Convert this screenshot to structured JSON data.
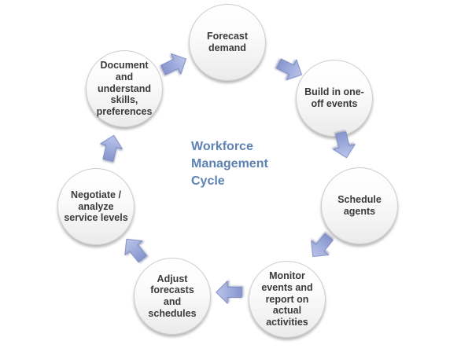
{
  "diagram": {
    "title": "Workforce\nManagement\nCycle",
    "title_color": "#5e82b4",
    "arrow_color": "#9aa8d8",
    "node_border_color": "#cccccc",
    "node_text_color": "#3a3a3a",
    "direction": "clockwise",
    "steps": [
      {
        "id": "forecast-demand",
        "label": "Forecast\ndemand"
      },
      {
        "id": "build-one-off",
        "label": "Build in one-\noff events"
      },
      {
        "id": "schedule-agents",
        "label": "Schedule\nagents"
      },
      {
        "id": "monitor-events",
        "label": "Monitor\nevents and\nreport on\nactual\nactivities"
      },
      {
        "id": "adjust-forecasts",
        "label": "Adjust\nforecasts\nand\nschedules"
      },
      {
        "id": "negotiate-analyze",
        "label": "Negotiate /\nanalyze\nservice levels"
      },
      {
        "id": "document-skills",
        "label": "Document\nand\nunderstand\nskills,\npreferences"
      }
    ]
  }
}
